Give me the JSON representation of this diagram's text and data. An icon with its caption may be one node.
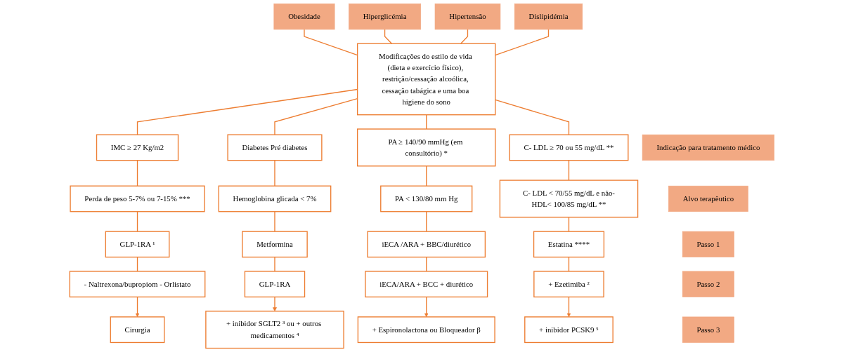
{
  "diagram": {
    "nodes": [
      {
        "text": [
          "Obesidade"
        ]
      },
      {
        "text": [
          "Hiperglicémia"
        ]
      },
      {
        "text": [
          "Hipertensão"
        ]
      },
      {
        "text": [
          "Dislipidémia"
        ]
      },
      {
        "text": [
          "Modificações do estilo de vida (dieta e exercício físico), restrição/cessação alcoólica, cessação tabágica e uma boa higiene do sono"
        ]
      },
      {
        "text": [
          "Indicação para tratamento médico"
        ]
      },
      {
        "text": [
          "IMC ≥ 27 Kg/m2"
        ]
      },
      {
        "text": [
          "Diabetes Pré diabetes"
        ]
      },
      {
        "text": [
          "PA ≥ 140/90 mmHg (em consultório) *"
        ]
      },
      {
        "text": [
          "C- LDL ≥ 70 ou 55 mg/dL **"
        ]
      },
      {
        "text": [
          "Alvo terapêutico"
        ]
      },
      {
        "text": [
          "Perda de peso 5-7% ou 7-15% ***"
        ]
      },
      {
        "text": [
          "Hemoglobina glicada < 7%"
        ]
      },
      {
        "text": [
          "PA < 130/80 mm Hg"
        ]
      },
      {
        "text": [
          "C- LDL < 70/55 mg/dL e não-HDL< 100/85 mg/dL **"
        ]
      },
      {
        "text": [
          "Passo 1"
        ]
      },
      {
        "text": [
          "GLP-1RA ¹"
        ]
      },
      {
        "text": [
          "Metformina"
        ]
      },
      {
        "text": [
          "iECA /ARA + BBC/diurético"
        ]
      },
      {
        "text": [
          "Estatina ****"
        ]
      },
      {
        "text": [
          "Passo 2"
        ]
      },
      {
        "text": [
          "- Naltrexona/bupropiom - Orlistato"
        ]
      },
      {
        "text": [
          "GLP-1RA"
        ]
      },
      {
        "text": [
          "iECA/ARA + BCC + diurético"
        ]
      },
      {
        "text": [
          "+ Ezetimiba ²"
        ]
      },
      {
        "text": [
          "Passo 3"
        ]
      },
      {
        "text": [
          "Cirurgia"
        ]
      },
      {
        "text": [
          "+ inibidor SGLT2 ³ ou + outros medicamentos ⁴"
        ]
      },
      {
        "text": [
          "+ Espironolactona ou Bloqueador β"
        ]
      },
      {
        "text": [
          "+ inibidor PCSK9 ⁵"
        ]
      }
    ],
    "edges": [
      {
        "from": 0,
        "to": 4,
        "arrow": "none"
      },
      {
        "from": 1,
        "to": 4,
        "arrow": "none"
      },
      {
        "from": 2,
        "to": 4,
        "arrow": "none"
      },
      {
        "from": 3,
        "to": 4,
        "arrow": "none"
      },
      {
        "from": 4,
        "to": 6,
        "arrow": "none"
      },
      {
        "from": 4,
        "to": 7,
        "arrow": "none"
      },
      {
        "from": 4,
        "to": 8,
        "arrow": "none"
      },
      {
        "from": 4,
        "to": 9,
        "arrow": "none"
      },
      {
        "from": 6,
        "to": 11,
        "arrow": "none"
      },
      {
        "from": 7,
        "to": 12,
        "arrow": "none"
      },
      {
        "from": 8,
        "to": 13,
        "arrow": "none"
      },
      {
        "from": 9,
        "to": 14,
        "arrow": "none"
      },
      {
        "from": 11,
        "to": 16,
        "arrow": "none"
      },
      {
        "from": 12,
        "to": 17,
        "arrow": "none"
      },
      {
        "from": 13,
        "to": 18,
        "arrow": "none"
      },
      {
        "from": 14,
        "to": 19,
        "arrow": "none"
      },
      {
        "from": 16,
        "to": 21,
        "arrow": "none"
      },
      {
        "from": 17,
        "to": 22,
        "arrow": "none"
      },
      {
        "from": 18,
        "to": 23,
        "arrow": "none"
      },
      {
        "from": 19,
        "to": 24,
        "arrow": "none"
      },
      {
        "from": 21,
        "to": 26,
        "arrow": "to"
      },
      {
        "from": 22,
        "to": 27,
        "arrow": "to"
      },
      {
        "from": 23,
        "to": 28,
        "arrow": "to"
      },
      {
        "from": 24,
        "to": 29,
        "arrow": "to"
      }
    ]
  }
}
